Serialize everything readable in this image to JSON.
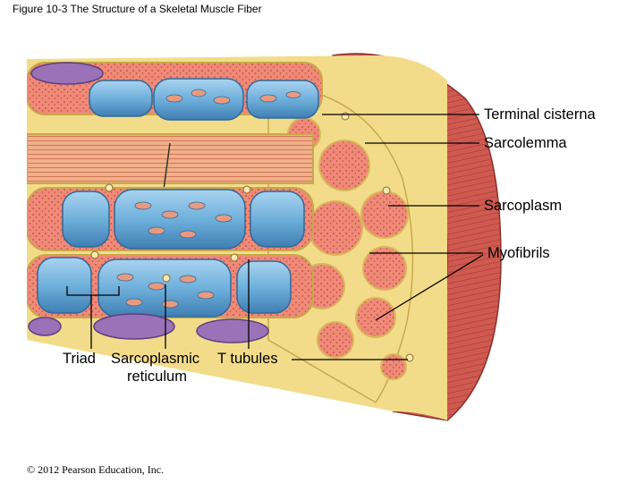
{
  "figure": {
    "title": "Figure 10-3  The Structure of a Skeletal Muscle Fiber"
  },
  "labels": {
    "terminal_cisterna": "Terminal cisterna",
    "sarcolemma": "Sarcolemma",
    "sarcoplasm": "Sarcoplasm",
    "myofibrils": "Myofibrils",
    "triad": "Triad",
    "sarcoplasmic_reticulum_line1": "Sarcoplasmic",
    "sarcoplasmic_reticulum_line2": "reticulum",
    "t_tubules": "T tubules"
  },
  "copyright": "© 2012 Pearson Education, Inc.",
  "colors": {
    "muscle_red": "#c9514a",
    "myofibril_salmon": "#ee8877",
    "sarcoplasm_yellow": "#f2dc8a",
    "reticulum_blue": "#6fb0dc",
    "nucleus_purple": "#9a72b8"
  }
}
